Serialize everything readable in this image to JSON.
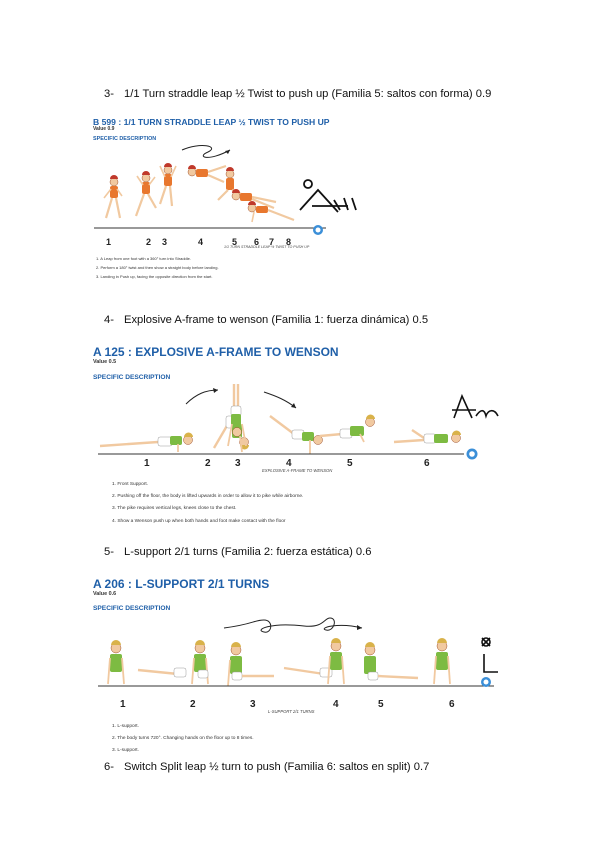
{
  "sections": [
    {
      "number": "3-",
      "heading": "1/1 Turn straddle leap ½ Twist to push up (Familia 5: saltos con forma) 0.9",
      "figure": {
        "code_title": "B 599 : 1/1 TURN STRADDLE LEAP ½ TWIST TO PUSH UP",
        "value": "Value 0.9",
        "spec": "SPECIFIC DESCRIPTION",
        "caption": "1/1 TURN STRADDLE LEAP ½ TWIST TO PUSH UP",
        "steps": [
          "1",
          "2",
          "3",
          "4",
          "5",
          "6",
          "7",
          "8"
        ],
        "descriptions": [
          "1. A Leap from one foot with a 360° turn into Straddle.",
          "2. Perform a 180° twist and then show a straight body before landing.",
          "3. Landing in Push up, facing the opposite direction from the start."
        ]
      }
    },
    {
      "number": "4-",
      "heading": "Explosive A-frame to wenson (Familia 1: fuerza dinámica) 0.5",
      "figure": {
        "code_title": "A 125 : EXPLOSIVE A-FRAME TO WENSON",
        "value": "Value 0.5",
        "spec": "SPECIFIC DESCRIPTION",
        "caption": "EXPLOSIVE A-FRAME TO WENSON",
        "steps": [
          "1",
          "2",
          "3",
          "4",
          "5",
          "6"
        ],
        "descriptions": [
          "1. Front Support.",
          "2. Pushing off the floor, the body is lifted upwards in order to allow it to pike while airborne.",
          "3. The pike requires vertical legs, knees close to the chest.",
          "4. Show a Wenson push up when both hands and foot make contact with the floor"
        ]
      }
    },
    {
      "number": "5-",
      "heading": "L-support 2/1 turns (Familia 2: fuerza estática) 0.6",
      "figure": {
        "code_title": "A 206 : L-SUPPORT 2/1 TURNS",
        "value": "Value 0.6",
        "spec": "SPECIFIC DESCRIPTION",
        "caption": "L-SUPPORT 2/1 TURNS",
        "steps": [
          "1",
          "2",
          "3",
          "4",
          "5",
          "6"
        ],
        "descriptions": [
          "1. L-support.",
          "2. The body turns 720°. Changing hands on the floor up to 8 times.",
          "3. L-support."
        ]
      }
    },
    {
      "number": "6-",
      "heading": "Switch Split leap ½ turn to push (Familia 6: saltos en split) 0.7"
    }
  ],
  "colors": {
    "title_blue": "#1f5fa8",
    "shirt_orange": "#e8772e",
    "shirt_green": "#7dbb42",
    "skin": "#f1c9a0",
    "hair_a": "#c0392b",
    "hair_b": "#d9b24a",
    "badge": "#3b8fd8"
  }
}
